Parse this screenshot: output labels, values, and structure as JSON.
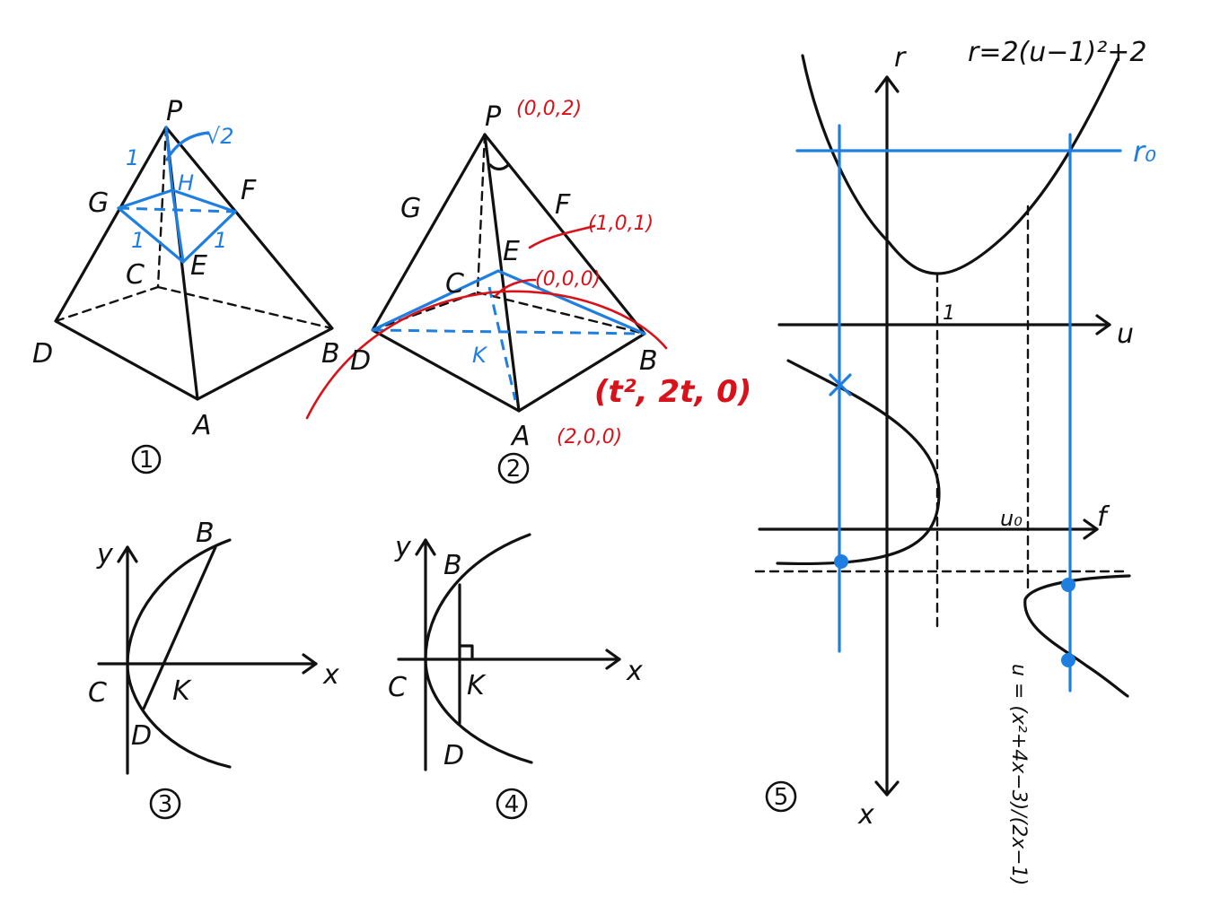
{
  "fig1": {
    "caption": "1",
    "labels": {
      "P": "P",
      "G": "G",
      "H": "H",
      "F": "F",
      "C": "C",
      "E": "E",
      "D": "D",
      "B": "B",
      "A": "A"
    },
    "edge_marks": {
      "pg": "1",
      "pf": "√2",
      "gc": "1",
      "fe": "1"
    }
  },
  "fig2": {
    "caption": "2",
    "labels": {
      "P": "P",
      "G": "G",
      "F": "F",
      "E": "E",
      "C": "C",
      "K": "K",
      "D": "D",
      "B": "B",
      "A": "A"
    },
    "coords": {
      "P": "(0,0,2)",
      "E": "(1,0,1)",
      "C": "(0,0,0)",
      "B": "(t², 2t, 0)",
      "A": "(2,0,0)"
    }
  },
  "fig3": {
    "caption": "3",
    "labels": {
      "y": "y",
      "x": "x",
      "C": "C",
      "K": "K",
      "B": "B",
      "D": "D"
    }
  },
  "fig4": {
    "caption": "4",
    "labels": {
      "y": "y",
      "x": "x",
      "C": "C",
      "K": "K",
      "B": "B",
      "D": "D"
    }
  },
  "fig5": {
    "caption": "5",
    "equation": "r=2(u−1)²+2",
    "labels": {
      "r": "r",
      "r0": "r₀",
      "u_axis": "u",
      "one": "1",
      "u0": "u₀",
      "f": "f",
      "x": "x"
    },
    "u_formula": "u = (x²+4x−3)/(2x−1)"
  },
  "colors": {
    "ink": "#111111",
    "blue": "#1f7fe0",
    "red": "#d8121b"
  }
}
